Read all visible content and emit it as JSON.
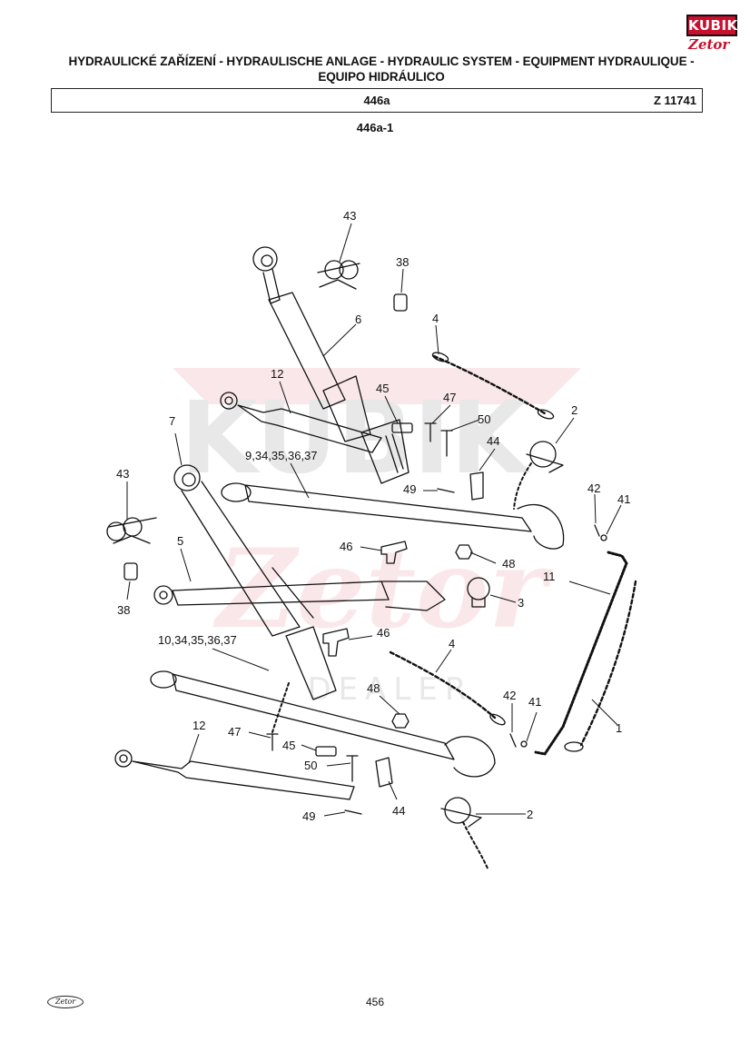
{
  "header": {
    "title_line1": "HYDRAULICKÉ ZAŘÍZENÍ - HYDRAULISCHE ANLAGE - HYDRAULIC SYSTEM - EQUIPMENT HYDRAULIQUE -",
    "title_line2": "EQUIPO HIDRÁULICO",
    "code": "446a",
    "ref": "Z 11741",
    "subtitle": "446a-1"
  },
  "brand": {
    "kubik": "KUBIK",
    "zetor": "Zetor",
    "tagline": "DEALER",
    "footer_logo": "Zetor"
  },
  "watermark": {
    "text": "KUBIK",
    "script": "Zetor",
    "tagline": "DEALER"
  },
  "page_number": "456",
  "callouts": [
    "43",
    "38",
    "6",
    "4",
    "12",
    "45",
    "47",
    "50",
    "2",
    "9,34,35,36,37",
    "44",
    "7",
    "49",
    "42",
    "41",
    "43",
    "5",
    "46",
    "48",
    "38",
    "3",
    "11",
    "10,34,35,36,37",
    "46",
    "4",
    "48",
    "42",
    "41",
    "1",
    "12",
    "47",
    "45",
    "50",
    "44",
    "49",
    "2"
  ]
}
